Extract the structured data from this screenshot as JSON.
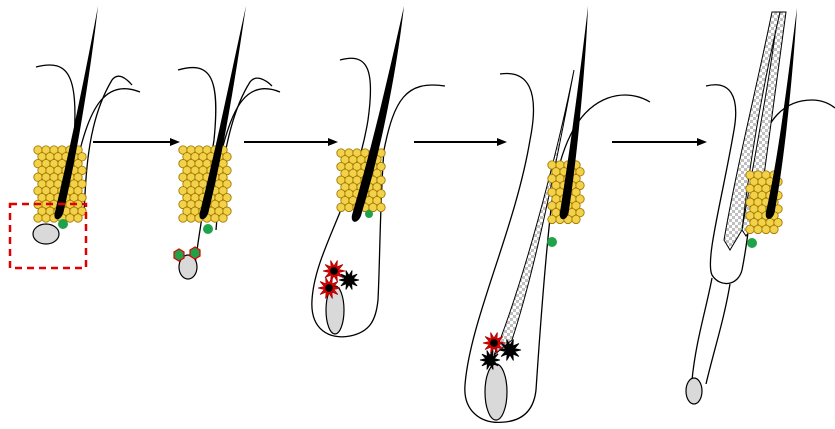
{
  "diagram": {
    "stages": [
      {
        "id": "stage-1"
      },
      {
        "id": "stage-2"
      },
      {
        "id": "stage-3"
      },
      {
        "id": "stage-4"
      },
      {
        "id": "stage-5"
      }
    ],
    "colors": {
      "outline": "#000000",
      "hair_shaft": "#000000",
      "keratinocyte_fill": "#f2d24a",
      "keratinocyte_stroke": "#a67c00",
      "green_cell": "#1fa34a",
      "papilla_fill": "#d9d9d9",
      "highlight_box": "#e00000",
      "damage_star_red": "#e00000",
      "damage_star_black": "#000000",
      "club_hair_pattern": "#c0c0c0"
    },
    "icons": [
      "arrow-icon",
      "cell-damage-star-icon",
      "green-cell-icon",
      "dermal-papilla-icon"
    ]
  }
}
